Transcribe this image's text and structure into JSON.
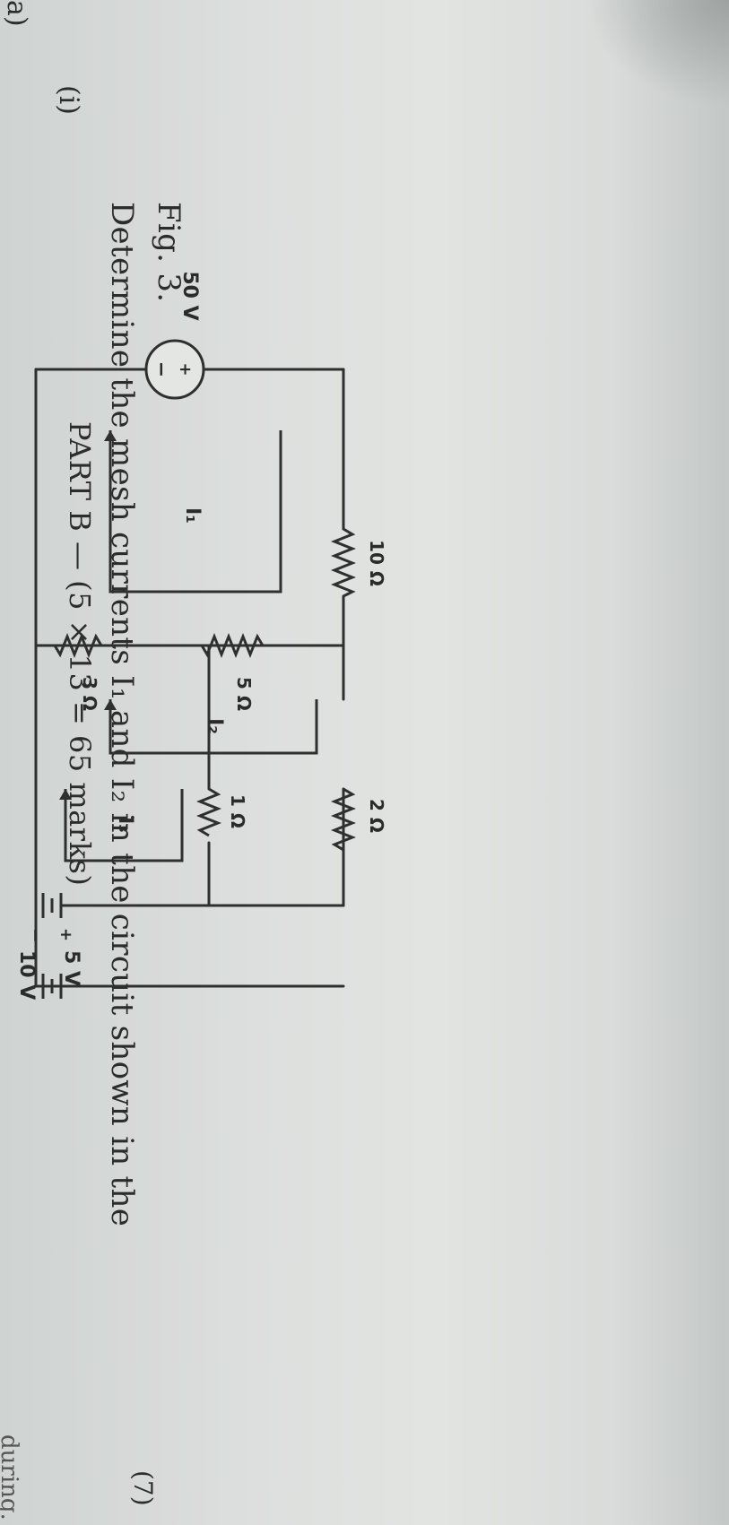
{
  "header": {
    "part_heading": "PART B — (5 × 13 = 65 marks)",
    "top_edge_fragment": "during."
  },
  "question": {
    "label": "a)",
    "roman": "(i)",
    "text_line1": "Determine the mesh currents I₁ and I₂ in the circuit shown in the",
    "text_line2": "Fig. 3.",
    "marks": "(7)"
  },
  "figure": {
    "source_50v": "50 V",
    "source_50v_plus": "+",
    "source_50v_minus": "−",
    "r_10": "10 Ω",
    "r_5": "5 Ω",
    "r_3": "3 Ω",
    "r_2": "2 Ω",
    "r_1": "1 Ω",
    "battery_10v": "10 V",
    "battery_5v": "5 V",
    "plus": "+",
    "minus": "−",
    "mesh_i1": "I₁",
    "mesh_i2": "I₂",
    "mesh_i3": "I₃"
  }
}
